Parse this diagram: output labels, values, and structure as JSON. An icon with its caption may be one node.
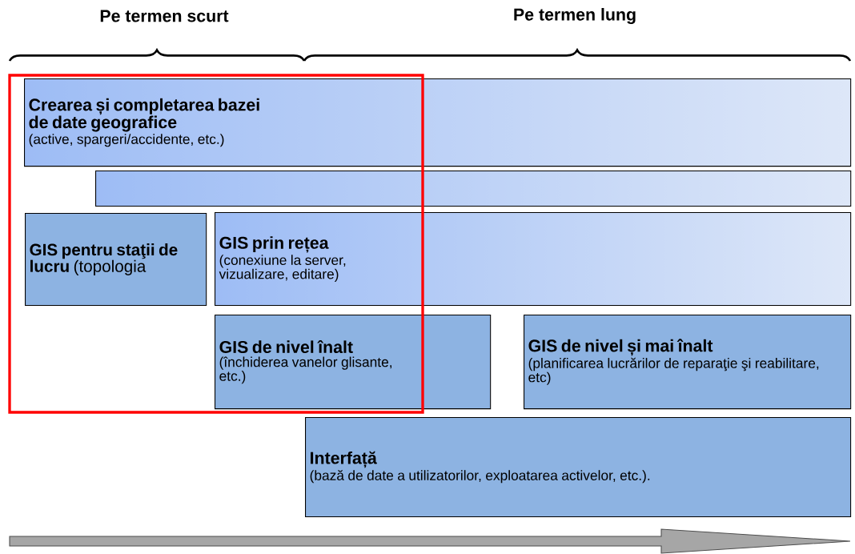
{
  "diagram": {
    "nodes": [
      {
        "text": [
          "Crearea și completarea bazei de date geografice",
          "(active, spargeri/accidente, etc.)"
        ]
      },
      {
        "text": [],
        "shape": "bar"
      },
      {
        "text": [
          "**GIS pentru staţii de lucru** (topologia"
        ]
      },
      {
        "text": [
          "GIS prin rețea",
          "(conexiune la server, vizualizare, editare)"
        ]
      },
      {
        "text": [
          "GIS de nivel înalt",
          "(închiderea vanelor glisante, etc.)"
        ]
      },
      {
        "text": [
          "GIS de nivel și mai înalt",
          "(planificarea lucrărilor de reparaţie şi reabilitare, etc)"
        ]
      },
      {
        "text": [
          "Interfață",
          "(bază de date a utilizatorilor, exploatarea activelor, etc.)."
        ]
      }
    ],
    "labels": [
      "Pe termen scurt",
      "Pe termen lung"
    ]
  }
}
